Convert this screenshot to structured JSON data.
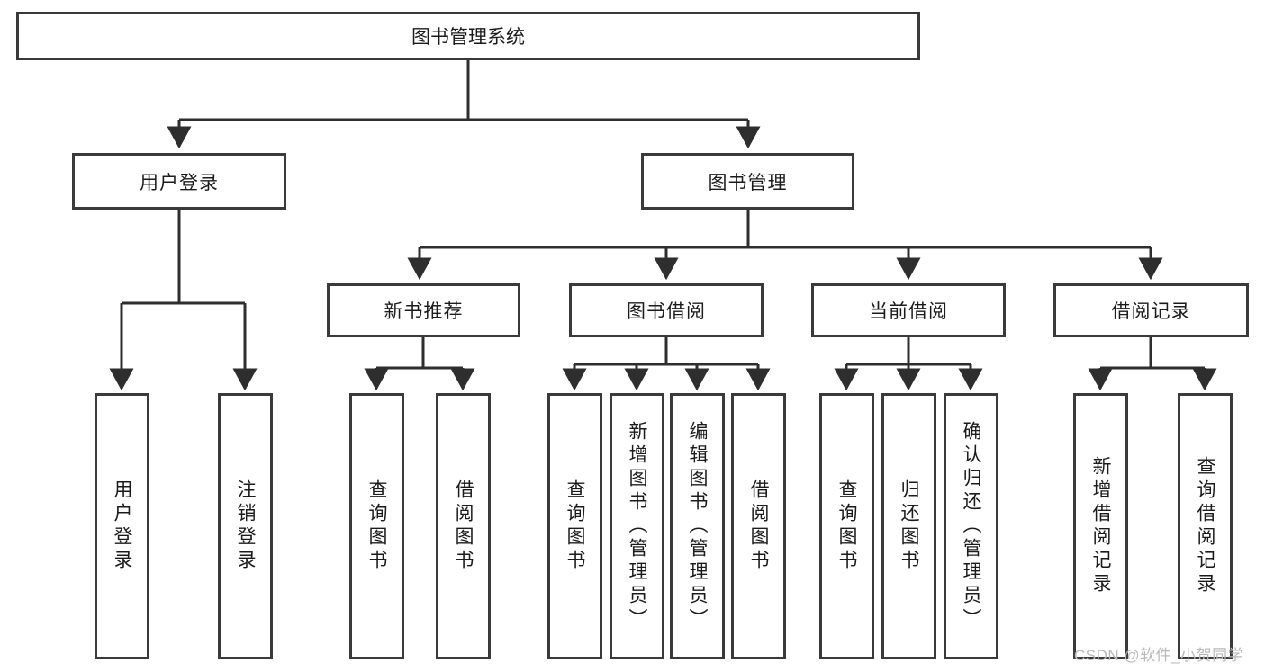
{
  "diagram": {
    "title": "图书管理系统",
    "type": "hierarchy-tree",
    "colors": {
      "box_border": "#3a3a3a",
      "box_fill": "#ffffff",
      "edge": "#2e2e2e",
      "text": "#1b1b1b",
      "watermark": "#b9b9b9"
    },
    "nodes": {
      "root": {
        "label": "图书管理系统",
        "orientation": "horizontal"
      },
      "level2": [
        {
          "label": "用户登录",
          "orientation": "horizontal"
        },
        {
          "label": "图书管理",
          "orientation": "horizontal"
        }
      ],
      "level3": [
        {
          "label": "新书推荐",
          "orientation": "horizontal"
        },
        {
          "label": "图书借阅",
          "orientation": "horizontal"
        },
        {
          "label": "当前借阅",
          "orientation": "horizontal"
        },
        {
          "label": "借阅记录",
          "orientation": "horizontal"
        }
      ],
      "leaves_user_login": [
        {
          "label": "用户登录",
          "orientation": "vertical"
        },
        {
          "label": "注销登录",
          "orientation": "vertical"
        }
      ],
      "leaves_new_book": [
        {
          "label": "查询图书",
          "orientation": "vertical"
        },
        {
          "label": "借阅图书",
          "orientation": "vertical"
        }
      ],
      "leaves_borrow_book": [
        {
          "label": "查询图书",
          "orientation": "vertical"
        },
        {
          "label": "新增图书（管理员）",
          "orientation": "vertical"
        },
        {
          "label": "编辑图书（管理员）",
          "orientation": "vertical"
        },
        {
          "label": "借阅图书",
          "orientation": "vertical"
        }
      ],
      "leaves_current_borrow": [
        {
          "label": "查询图书",
          "orientation": "vertical"
        },
        {
          "label": "归还图书",
          "orientation": "vertical"
        },
        {
          "label": "确认归还（管理员）",
          "orientation": "vertical"
        }
      ],
      "leaves_borrow_record": [
        {
          "label": "新增借阅记录",
          "orientation": "vertical"
        },
        {
          "label": "查询借阅记录",
          "orientation": "vertical"
        }
      ]
    },
    "watermark": "CSDN @软件_小贺同学"
  }
}
